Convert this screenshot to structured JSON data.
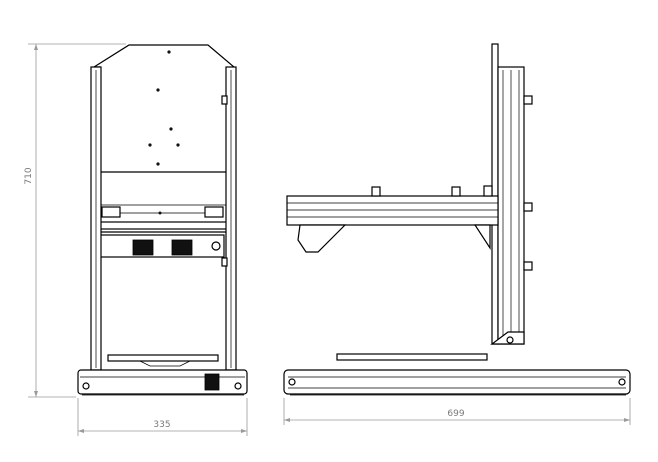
{
  "dimensions": {
    "height_label": "710",
    "front_width_label": "335",
    "side_width_label": "699"
  }
}
